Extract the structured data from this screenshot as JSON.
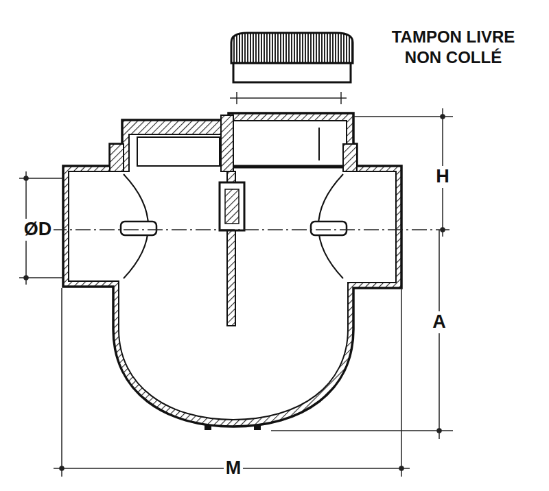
{
  "diagram": {
    "labels": [
      "TAMPON LIVRE NON COLLÉ",
      "ØD",
      "H",
      "A",
      "M"
    ]
  }
}
